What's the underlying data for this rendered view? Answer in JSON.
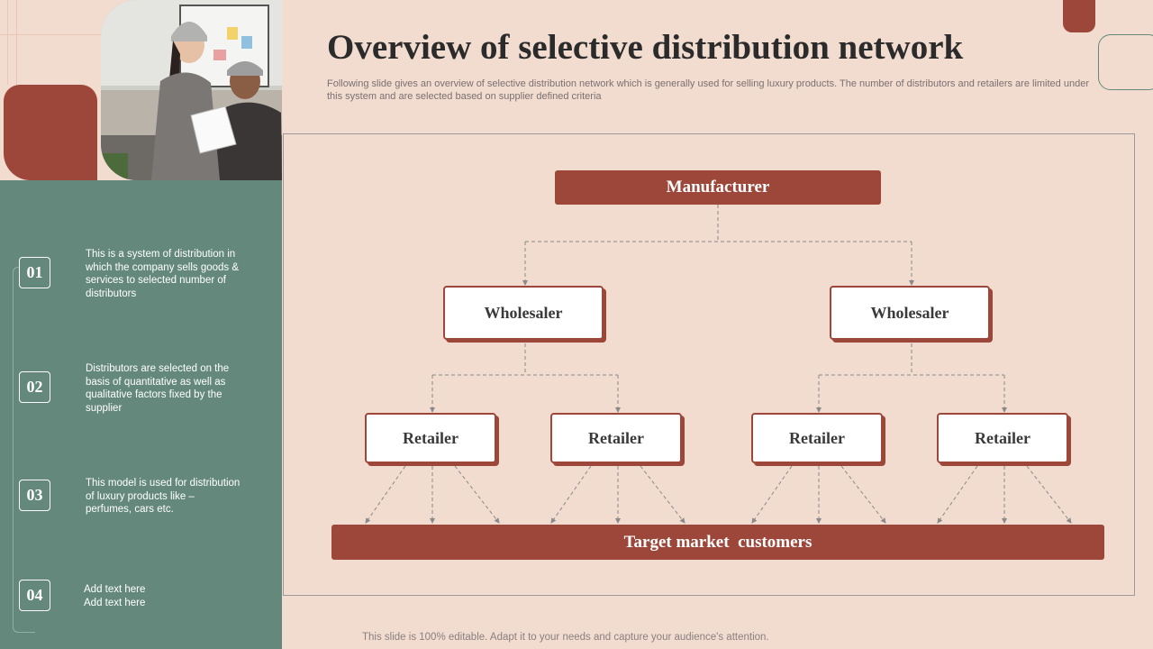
{
  "header": {
    "title": "Overview of selective distribution network",
    "subtitle": "Following slide gives an overview of selective distribution network which is generally used for selling luxury products.  The number of distributors and retailers are limited under this system and are selected based on supplier defined criteria"
  },
  "sidebar": {
    "steps": [
      {
        "number": "01",
        "text": "This is a system of distribution in which the company sells goods & services to selected number of distributors"
      },
      {
        "number": "02",
        "text": "Distributors are selected on the basis of quantitative as well as qualitative factors fixed by the supplier"
      },
      {
        "number": "03",
        "text": "This model is used for distribution of luxury products like – perfumes, cars etc."
      },
      {
        "number": "04",
        "text": "Add text here\nAdd text here"
      }
    ]
  },
  "diagram": {
    "manufacturer": "Manufacturer",
    "wholesalers": [
      "Wholesaler",
      "Wholesaler"
    ],
    "retailers": [
      "Retailer",
      "Retailer",
      "Retailer",
      "Retailer"
    ],
    "customers": "Target market  customers"
  },
  "footer": {
    "note": "This slide is 100% editable. Adapt it to your needs and capture your audience's attention."
  },
  "colors": {
    "background": "#f2dbcf",
    "sidebar": "#64897c",
    "accent": "#9c473a"
  }
}
